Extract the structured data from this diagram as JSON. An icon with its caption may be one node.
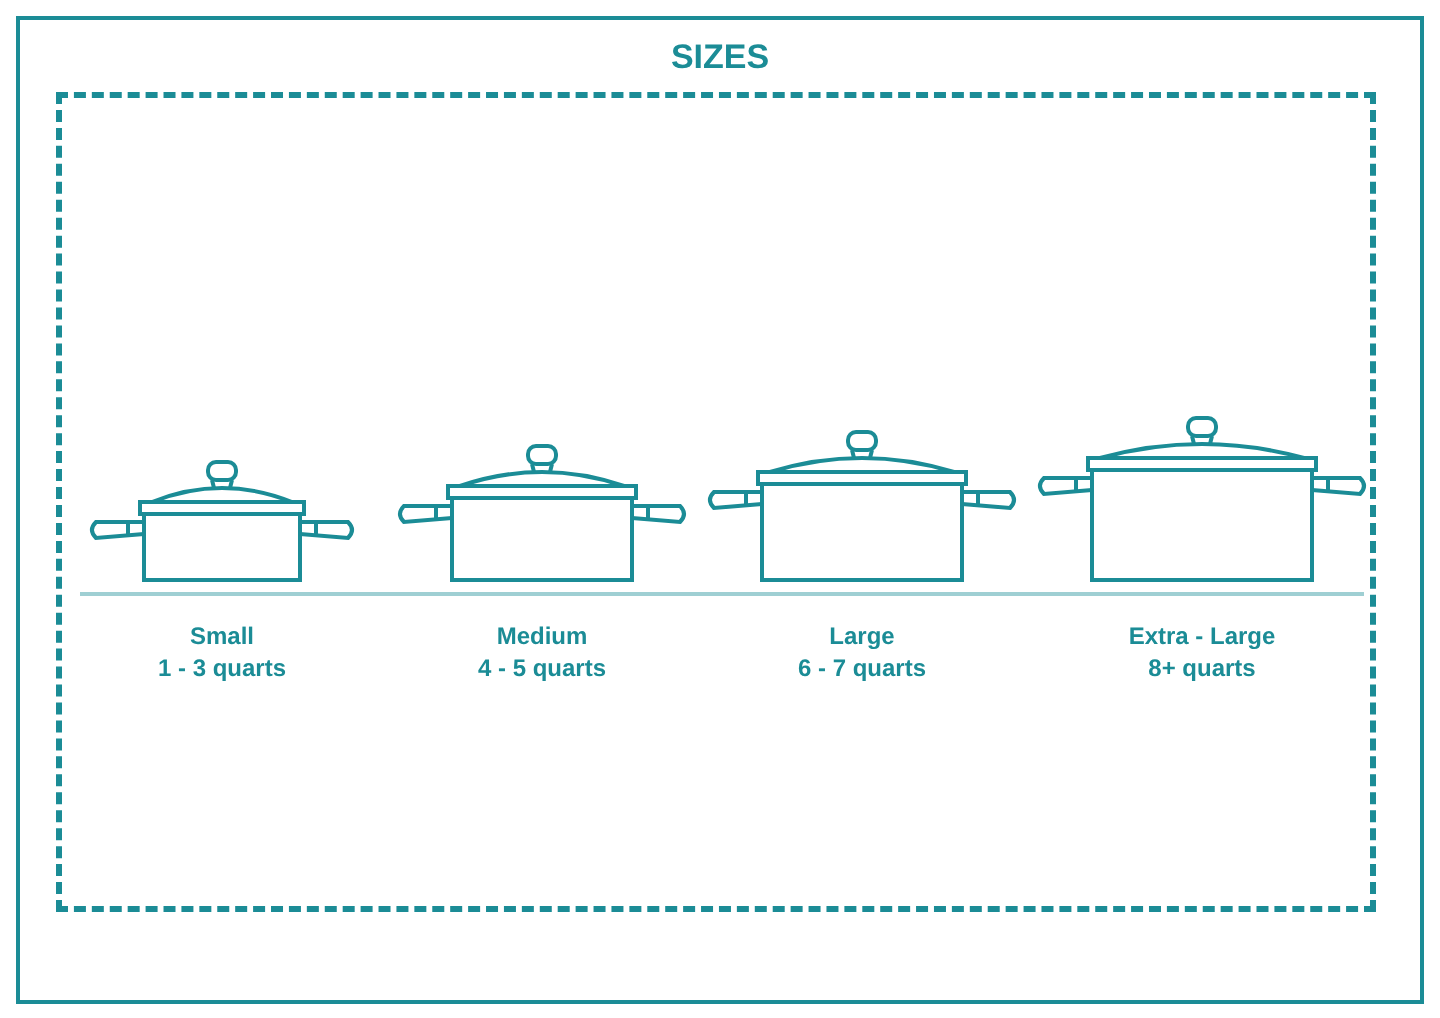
{
  "diagram": {
    "title": "SIZES",
    "labels": [
      "Small",
      "1 - 3 quarts",
      "Medium",
      "4 - 5 quarts",
      "Large",
      "6 - 7 quarts",
      "Extra - Large",
      "8+ quarts"
    ]
  }
}
